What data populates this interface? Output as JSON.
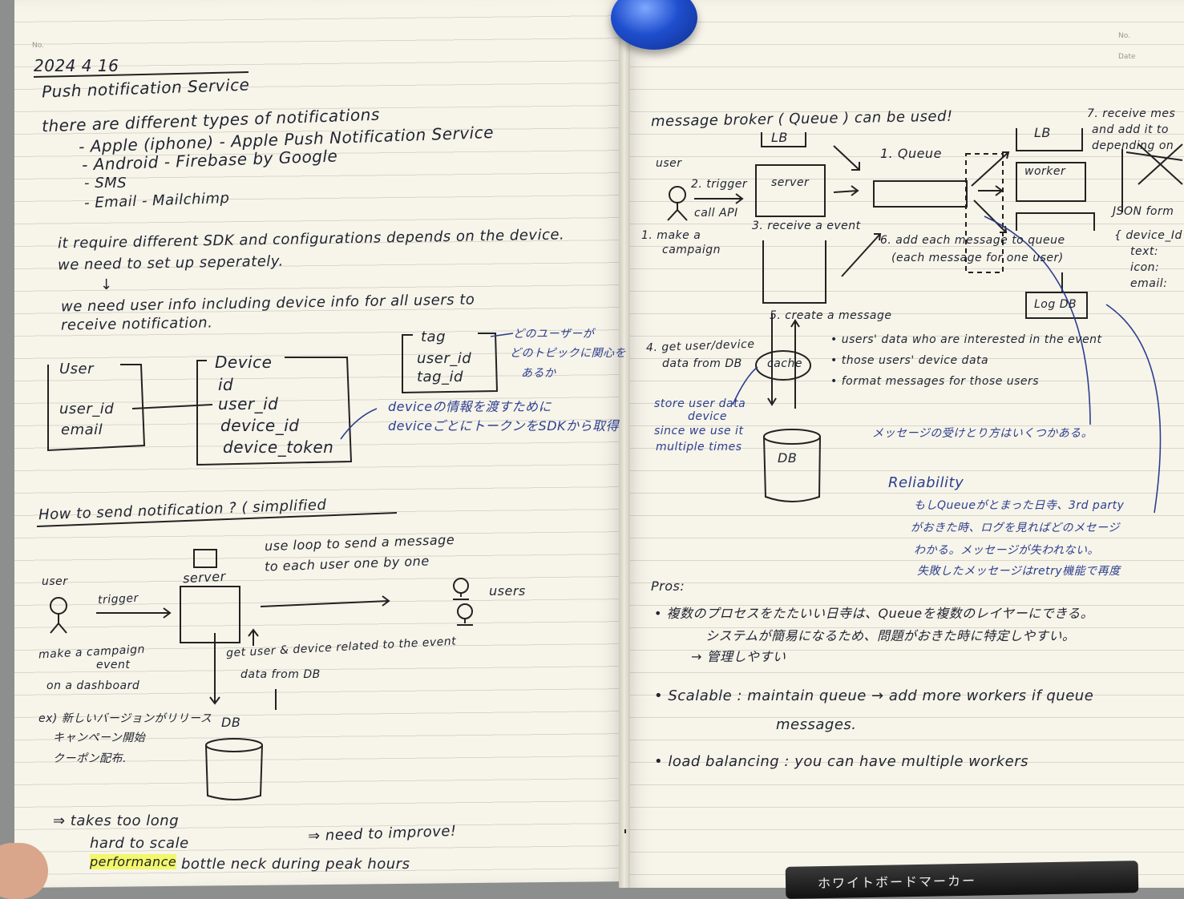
{
  "left": {
    "date": "2024 4 16",
    "title": "Push notification Service",
    "intro": "there are different types of notifications",
    "types": [
      "- Apple (iphone) - Apple Push Notification Service",
      "- Android - Firebase by Google",
      "- SMS",
      "- Email - Mailchimp"
    ],
    "sdk_line1": "it require different SDK and configurations depends on the device.",
    "sdk_line2": "we need to set up seperately.",
    "arrow_down": "↓",
    "need_line1": "we need user info including device info for all users to",
    "need_line2": "receive notification.",
    "user_table": {
      "title": "User",
      "fields": [
        "user_id",
        "email"
      ]
    },
    "device_table": {
      "title": "Device",
      "fields": [
        "id",
        "user_id",
        "device_id",
        "device_token"
      ]
    },
    "tag_table": {
      "fields": [
        "tag",
        "user_id",
        "tag_id"
      ]
    },
    "tag_note_1": "どのユーザーが",
    "tag_note_2": "どのトピックに関心を",
    "tag_note_3": "あるか",
    "device_note_1": "deviceの情報を渡すために",
    "device_note_2": "deviceごとにトークンをSDKから取得",
    "how_title": "How to send notification ? ( simplified",
    "flow": {
      "user_label": "user",
      "trigger": "trigger",
      "server": "server",
      "loop_note_1": "use loop to send a message",
      "loop_note_2": "to each user one by one",
      "users": "users",
      "get_note_1": "get user & device related to the event",
      "get_note_2": "data from DB",
      "db": "DB",
      "campaign_1": "make a campaign",
      "campaign_2": "event",
      "campaign_3": "on a dashboard",
      "example_1": "ex) 新しいバージョンがリリース",
      "example_2": "キャンペーン開始",
      "example_3": "クーポン配布."
    },
    "issues": {
      "line1": "⇒ takes too long",
      "line2": "hard to scale",
      "perf": "performance",
      "line3": "bottle neck during peak hours",
      "improve": "⇒ need to improve!"
    }
  },
  "right": {
    "broker": "message broker ( Queue ) can be used!",
    "lb_top": "LB",
    "lb_right": "LB",
    "user": "user",
    "step1": "1. make a",
    "step1b": "campaign",
    "step2": "2. trigger",
    "call_api": "call API",
    "server": "server",
    "step3": "3. receive a event",
    "queue": "1. Queue",
    "worker": "worker",
    "step5": "5. create a message",
    "step6a": "6. add each message to queue",
    "step6b": "(each message for one user)",
    "step7a": "7. receive mes",
    "step7b": "and add it to",
    "step7c": "depending on",
    "json_title": "JSON form",
    "json_1": "{ device_Id",
    "json_2": "text:",
    "json_3": "icon:",
    "json_4": "email:",
    "logdb": "Log DB",
    "step4a": "4. get user/device",
    "step4b": "data from DB",
    "cache": "cache",
    "cache_note_1": "store user data",
    "cache_note_2": "device",
    "cache_note_3": "since we use it",
    "cache_note_4": "multiple times",
    "bullets": [
      "• users' data who are interested in the event",
      "• those users' device data",
      "• format messages for those users"
    ],
    "db": "DB",
    "receive_note": "メッセージの受けとり方はいくつかある。",
    "reliability": "Reliability",
    "rel_1": "もしQueueがとまった日寺、3rd party",
    "rel_2": "がおきた時、ログを見ればどのメセージ",
    "rel_3": "わかる。メッセージが失われない。",
    "rel_4": "失敗したメッセージはretry機能で再度",
    "pros": "Pros:",
    "pro1a": "• 複数のプロセスをたたいい日寺は、Queueを複数のレイヤーにできる。",
    "pro1b": "システムが簡易になるため、問題がおきた時に特定しやすい。",
    "pro1c": "→ 管理しやすい",
    "pro2a": "• Scalable : maintain queue → add more workers if queue",
    "pro2b": "messages.",
    "pro3": "• load balancing : you can have multiple workers"
  },
  "meta": {
    "no_left": "No.",
    "no_right": "No.",
    "date_right": "Date"
  },
  "pen_label": "ホワイトボードマーカー"
}
